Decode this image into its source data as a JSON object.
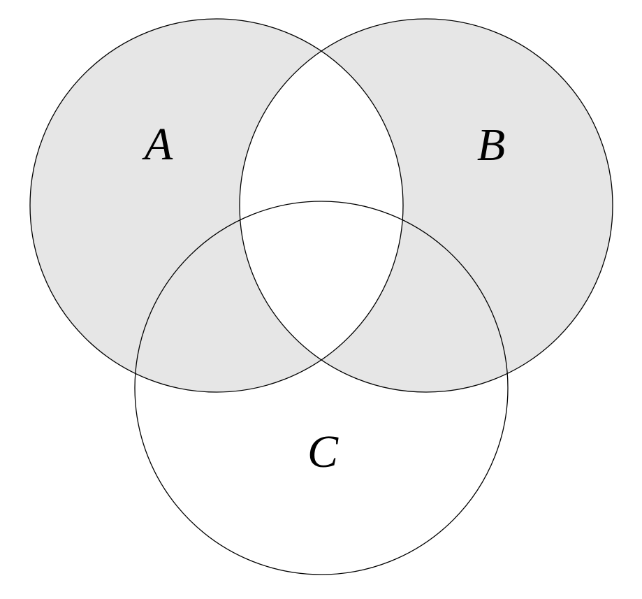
{
  "diagram": {
    "type": "venn",
    "set_count": 3,
    "sets": [
      {
        "label": "A"
      },
      {
        "label": "B"
      },
      {
        "label": "C"
      }
    ],
    "regions": {
      "A_only": "shaded",
      "B_only": "shaded",
      "A_and_B_only": "white",
      "A_and_C_only": "shaded",
      "B_and_C_only": "shaded",
      "A_and_B_and_C": "white",
      "C_only": "white"
    },
    "shaded_region_description": "(A ∪ B) \\ (A ∩ B) — symmetric difference of A and B",
    "colors": {
      "shade": "#e6e6e6",
      "stroke": "#000000",
      "background": "#ffffff",
      "label_text": "#000000"
    }
  }
}
